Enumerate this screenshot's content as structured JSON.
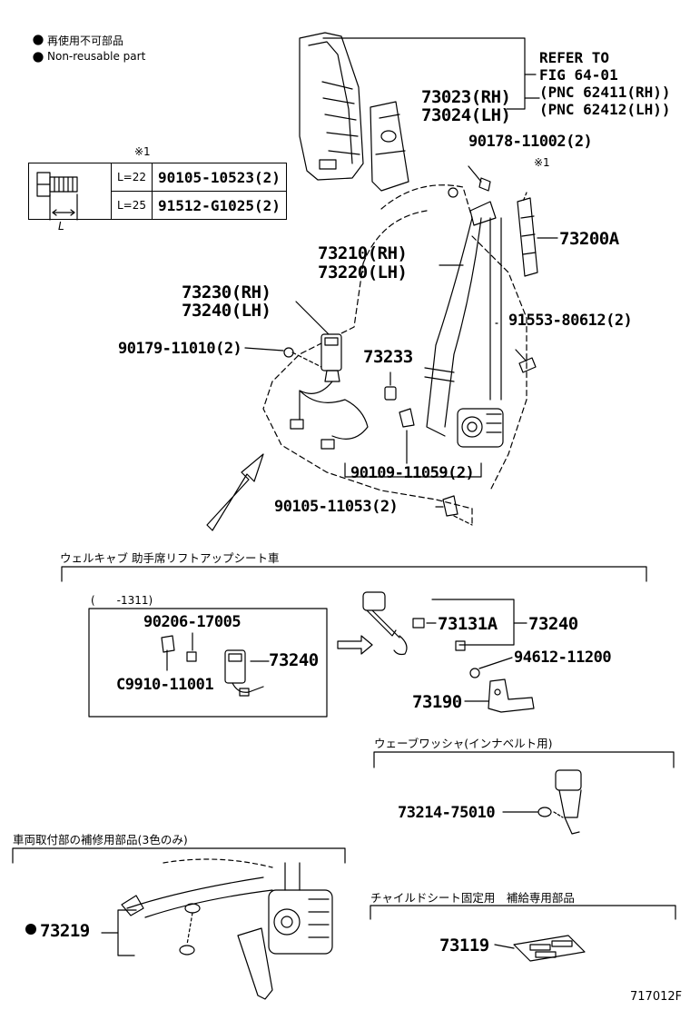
{
  "legend": {
    "jp": "再使用不可部品",
    "en": "Non-reusable part"
  },
  "bolt_table": {
    "note": "※1",
    "rows": [
      {
        "length": "L=22",
        "part": "90105-10523(2)"
      },
      {
        "length": "L=25",
        "part": "91512-G1025(2)"
      }
    ],
    "dim_label": "L"
  },
  "refer": {
    "line1": "REFER TO",
    "line2": "FIG 64-01",
    "line3": "(PNC 62411(RH))",
    "line4": "(PNC 62412(LH))"
  },
  "parts_main": {
    "p73023": "73023(RH)",
    "p73024": "73024(LH)",
    "p90178": "90178-11002(2)",
    "note1": "※1",
    "p73200A": "73200A",
    "p73210": "73210(RH)",
    "p73220": "73220(LH)",
    "p73230": "73230(RH)",
    "p73240lh": "73240(LH)",
    "p90179": "90179-11010(2)",
    "p73233": "73233",
    "p91553": "91553-80612(2)",
    "p90109": "90109-11059(2)",
    "p90105": "90105-11053(2)"
  },
  "section_welcab": {
    "title": "ウェルキャブ 助手席リフトアップシート車",
    "date_range": "(　　-1311)",
    "p90206": "90206-17005",
    "pC9910": "C9910-11001",
    "p73240a": "73240",
    "p73131A": "73131A",
    "p73240b": "73240",
    "p94612": "94612-11200",
    "p73190": "73190"
  },
  "section_wave": {
    "title": "ウェーブワッシャ(インナベルト用)",
    "p73214": "73214-75010"
  },
  "section_repair": {
    "title": "車両取付部の補修用部品(3色のみ)",
    "p73219": "73219"
  },
  "section_child": {
    "title": "チャイルドシート固定用　補給専用部品",
    "p73119": "73119"
  },
  "figure_id": "717012F"
}
